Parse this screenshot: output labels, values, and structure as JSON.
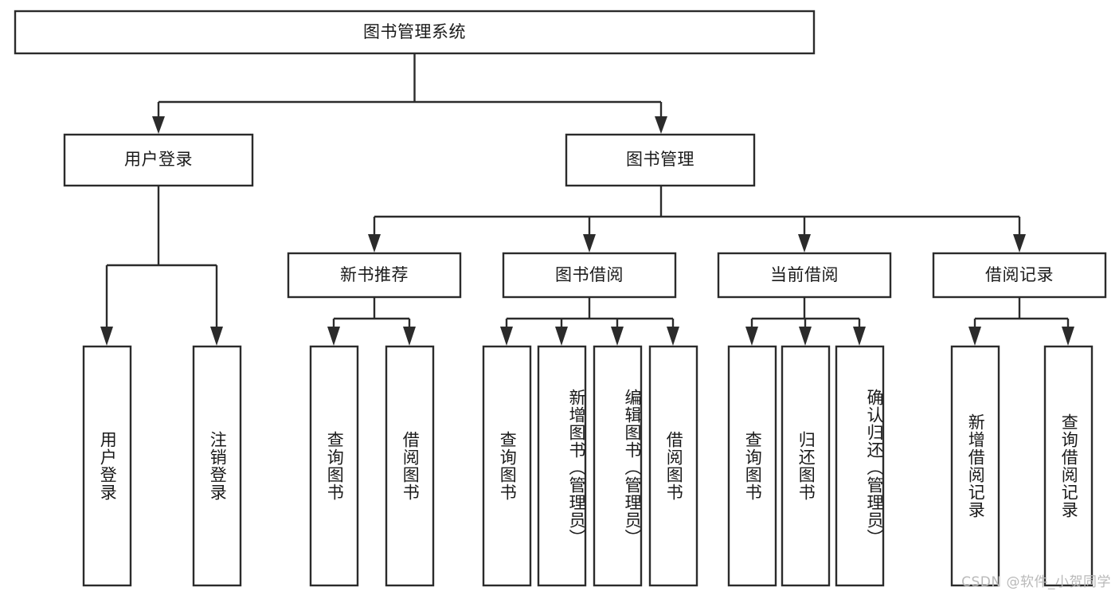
{
  "diagram": {
    "type": "tree-hierarchy",
    "title": "图书管理系统",
    "watermark": "CSDN @软件_小贺同学",
    "colors": {
      "box_fill": "#ffffff",
      "box_stroke": "#2b2b2b",
      "text": "#1a1a1a",
      "watermark": "#b9b9b9",
      "background": "#ffffff"
    },
    "levels": {
      "root": {
        "label": "图书管理系统"
      },
      "level2": [
        {
          "label": "用户登录"
        },
        {
          "label": "图书管理"
        }
      ],
      "level3": [
        {
          "label": "新书推荐"
        },
        {
          "label": "图书借阅"
        },
        {
          "label": "当前借阅"
        },
        {
          "label": "借阅记录"
        }
      ],
      "leaves": {
        "user_login": [
          {
            "label": "用户登录"
          },
          {
            "label": "注销登录"
          }
        ],
        "new_book": [
          {
            "label": "查询图书"
          },
          {
            "label": "借阅图书"
          }
        ],
        "book_borrow": [
          {
            "label": "查询图书"
          },
          {
            "label": "新增图书（管理员）"
          },
          {
            "label": "编辑图书（管理员）"
          },
          {
            "label": "借阅图书"
          }
        ],
        "current_borrow": [
          {
            "label": "查询图书"
          },
          {
            "label": "归还图书"
          },
          {
            "label": "确认归还（管理员）"
          }
        ],
        "borrow_record": [
          {
            "label": "新增借阅记录"
          },
          {
            "label": "查询借阅记录"
          }
        ]
      }
    }
  }
}
